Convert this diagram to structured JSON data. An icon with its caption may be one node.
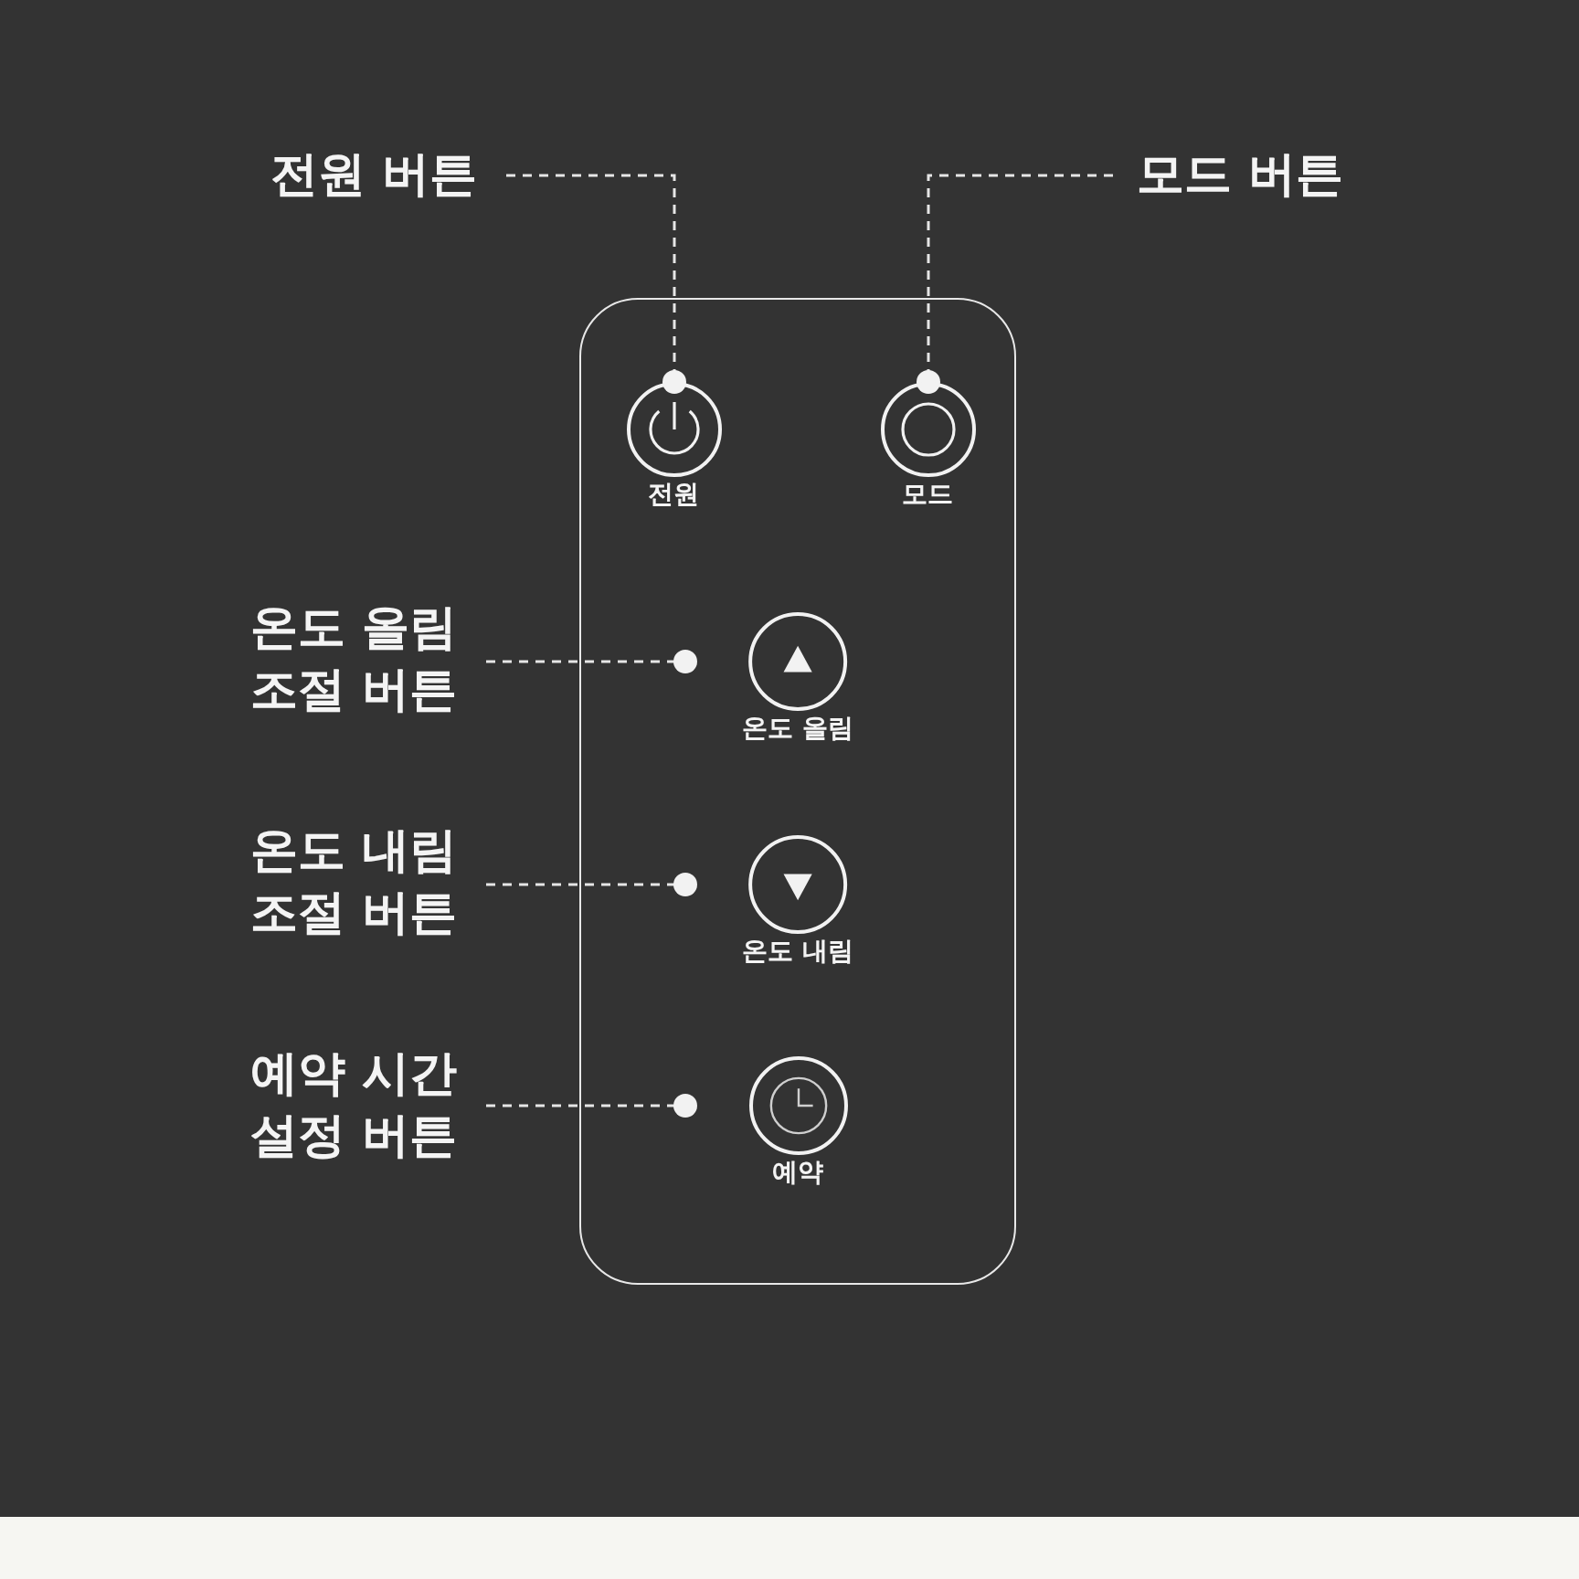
{
  "diagram": {
    "nodes": [
      {
        "text": [],
        "shape": "box"
      },
      {
        "text": [
          "전원"
        ],
        "in": 0
      },
      {
        "text": [
          "모드"
        ],
        "in": 0
      },
      {
        "text": [
          "온도 올림"
        ],
        "in": 0
      },
      {
        "text": [
          "온도 내림"
        ],
        "in": 0
      },
      {
        "text": [
          "예약"
        ],
        "in": 0
      },
      {
        "text": [
          "전원 버튼"
        ]
      },
      {
        "text": [
          "모드 버튼"
        ]
      },
      {
        "text": [
          "온도 올림 조절 버튼"
        ]
      },
      {
        "text": [
          "온도 내림 조절 버튼"
        ]
      },
      {
        "text": [
          "예약 시간 설정 버튼"
        ]
      }
    ],
    "edges": [
      {
        "from": 6,
        "to": 1,
        "arrow": "other",
        "style": "dashed"
      },
      {
        "from": 7,
        "to": 2,
        "arrow": "other",
        "style": "dashed"
      },
      {
        "from": 8,
        "to": 3,
        "arrow": "other",
        "style": "dashed"
      },
      {
        "from": 9,
        "to": 4,
        "arrow": "other",
        "style": "dashed"
      },
      {
        "from": 10,
        "to": 5,
        "arrow": "other",
        "style": "dashed"
      }
    ]
  }
}
